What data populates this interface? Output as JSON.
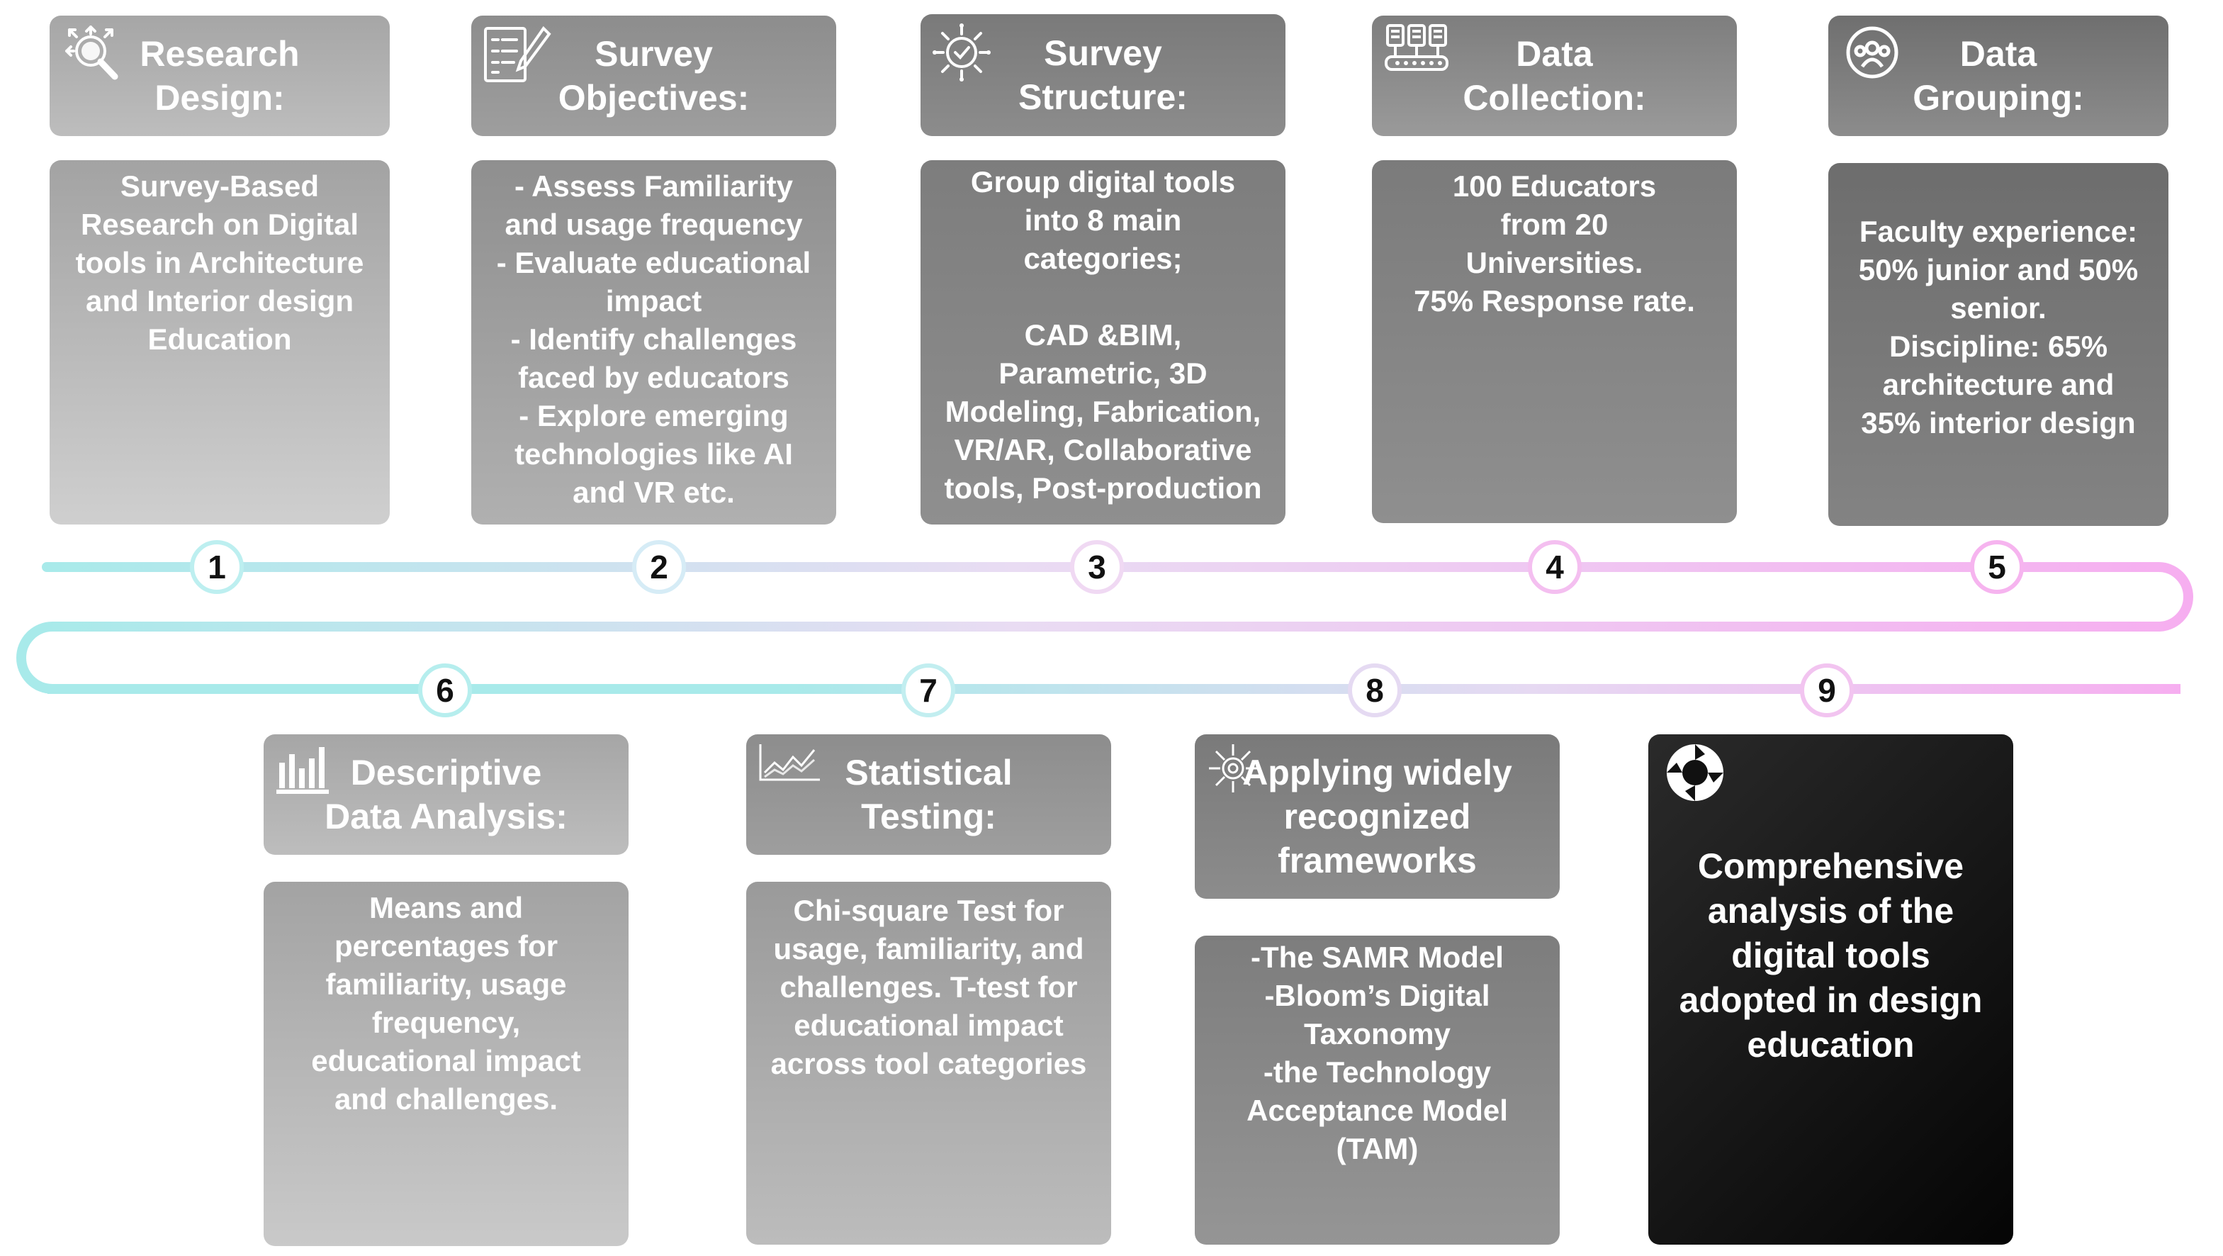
{
  "steps": [
    {
      "number": "1",
      "title": "Research\nDesign:",
      "body": "Survey-Based\nResearch on Digital\ntools in Architecture\nand Interior design\nEducation",
      "icon": "research-magnifier-icon"
    },
    {
      "number": "2",
      "title": "Survey\nObjectives:",
      "body": "- Assess Familiarity\nand usage frequency\n- Evaluate educational\nimpact\n- Identify challenges\nfaced by educators\n- Explore emerging\ntechnologies like AI\nand VR etc.",
      "icon": "checklist-pen-icon"
    },
    {
      "number": "3",
      "title": "Survey\nStructure:",
      "body": "Group digital tools\ninto 8 main\ncategories;\n\nCAD &BIM,\nParametric, 3D\nModeling, Fabrication,\nVR/AR, Collaborative\ntools, Post-production",
      "icon": "gear-check-icon"
    },
    {
      "number": "4",
      "title": "Data\nCollection:",
      "body": "100 Educators\nfrom 20\nUniversities.\n75% Response rate.",
      "icon": "server-data-icon"
    },
    {
      "number": "5",
      "title": "Data\nGrouping:",
      "body": "Faculty experience:\n50% junior and 50%\nsenior.\nDiscipline: 65%\narchitecture and\n35% interior design",
      "icon": "group-people-icon"
    },
    {
      "number": "6",
      "title": "Descriptive\nData Analysis:",
      "body": "Means and\npercentages for\nfamiliarity, usage\nfrequency,\neducational impact\nand challenges.",
      "icon": "bar-chart-icon"
    },
    {
      "number": "7",
      "title": "Statistical\nTesting:",
      "body": "Chi-square Test for\nusage, familiarity, and\nchallenges. T-test for\neducational impact\nacross tool categories",
      "icon": "line-chart-icon"
    },
    {
      "number": "8",
      "title": "Applying widely\nrecognized\nframeworks",
      "body": "-The SAMR Model\n-Bloom’s Digital\nTaxonomy\n-the Technology\nAcceptance Model\n(TAM)",
      "icon": "gear-circuit-icon"
    },
    {
      "number": "9",
      "title": "Comprehensive\nanalysis of the\ndigital tools\nadopted in design\neducation",
      "icon": "cycle-arrows-icon"
    }
  ],
  "colors": {
    "track_start": "#a8eaea",
    "track_mid": "#e6d9f2",
    "track_end": "#f6aef0"
  }
}
